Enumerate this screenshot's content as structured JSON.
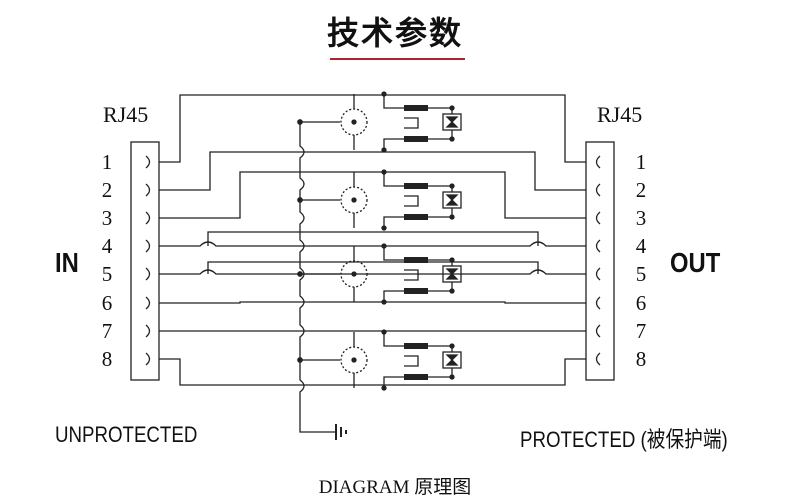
{
  "title": "技术参数",
  "left_connector": {
    "label": "RJ45",
    "pins": [
      "1",
      "2",
      "3",
      "4",
      "5",
      "6",
      "7",
      "8"
    ]
  },
  "right_connector": {
    "label": "RJ45",
    "pins": [
      "1",
      "2",
      "3",
      "4",
      "5",
      "6",
      "7",
      "8"
    ]
  },
  "in_label": "IN",
  "out_label": "OUT",
  "unprotected_label": "UNPROTECTED",
  "protected_label": "PROTECTED (被保护端)",
  "caption": "DIAGRAM  原理图",
  "colors": {
    "text": "#111111",
    "line": "#222222",
    "accent_rule": "#b02030"
  },
  "icons": [
    "ground-icon",
    "gas-discharge-tube-icon",
    "inductor-icon",
    "tvs-diode-icon",
    "rj45-jack-icon"
  ]
}
